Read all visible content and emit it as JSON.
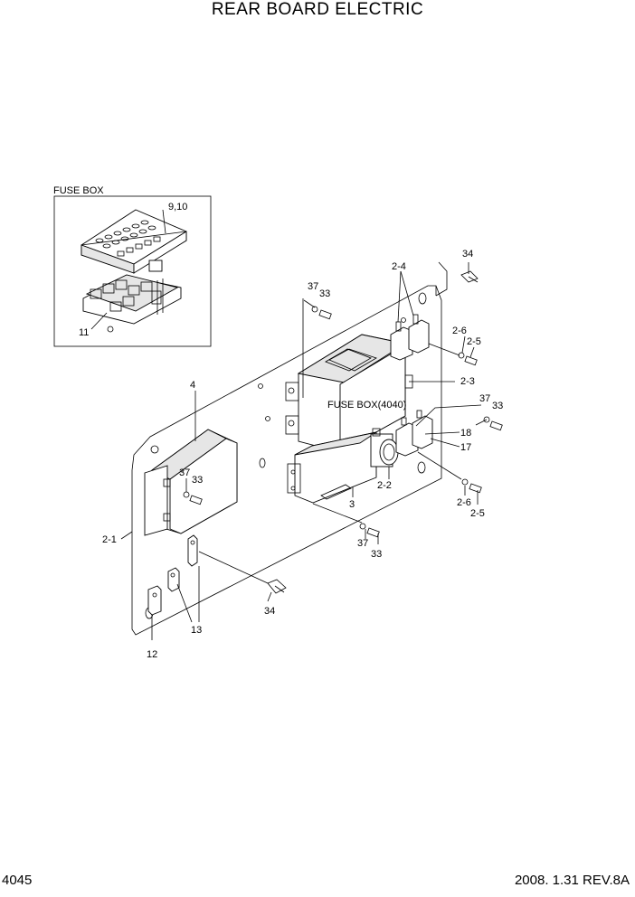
{
  "page": {
    "title": "REAR BOARD ELECTRIC",
    "page_number": "4045",
    "revision": "2008. 1.31  REV.8A"
  },
  "inset": {
    "label": "FUSE BOX"
  },
  "labels": {
    "l_910": "9,10",
    "l_11": "11",
    "l_34a": "34",
    "l_24": "2-4",
    "l_37a": "37",
    "l_33a": "33",
    "l_26a": "2-6",
    "l_25a": "2-5",
    "l_23": "2-3",
    "l_4": "4",
    "l_fusebox4040": "FUSE BOX(4040)",
    "l_37b": "37",
    "l_33b": "33",
    "l_18": "18",
    "l_17": "17",
    "l_37c": "37",
    "l_33c": "33",
    "l_22": "2-2",
    "l_3": "3",
    "l_26b": "2-6",
    "l_25b": "2-5",
    "l_21": "2-1",
    "l_37d": "37",
    "l_33d": "33",
    "l_34b": "34",
    "l_13": "13",
    "l_12": "12"
  }
}
